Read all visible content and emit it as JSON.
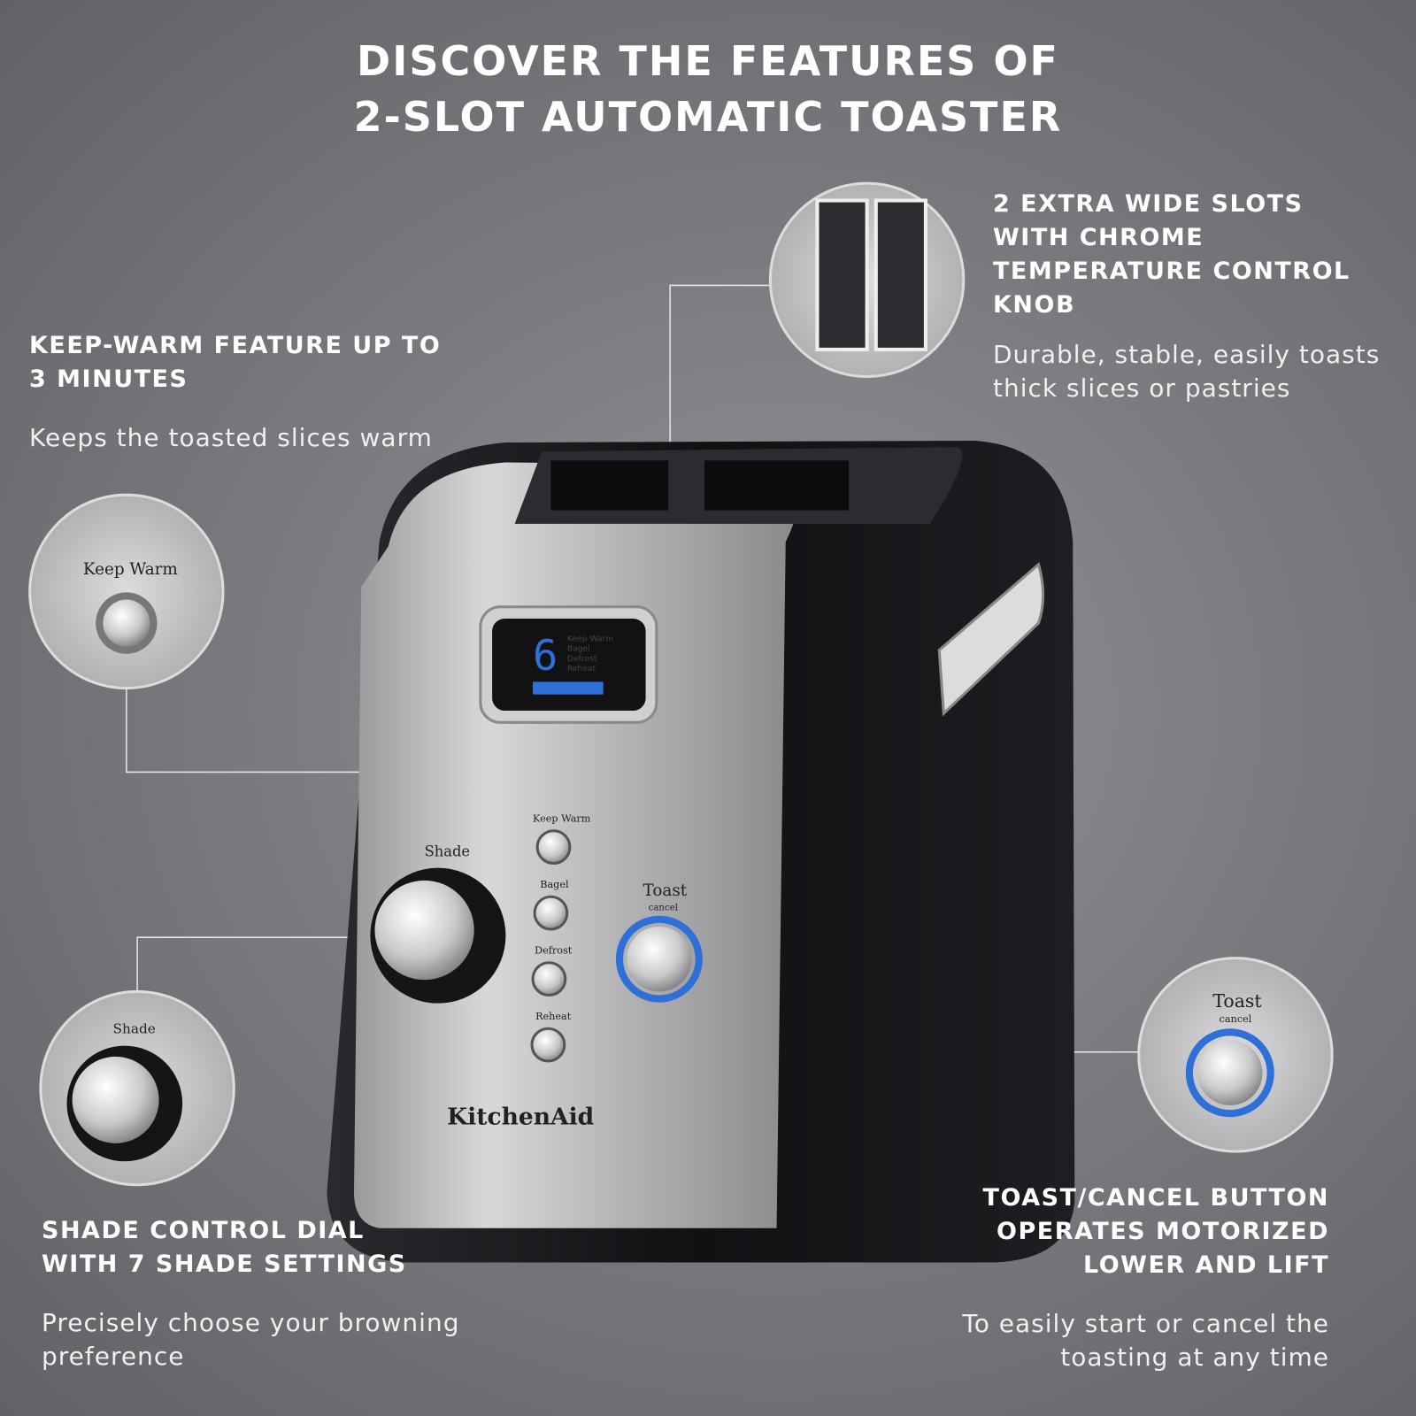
{
  "title": {
    "line1": "DISCOVER THE FEATURES OF",
    "line2": "2-SLOT AUTOMATIC TOASTER"
  },
  "features": [
    {
      "id": "slots",
      "heading": [
        "2 EXTRA WIDE SLOTS",
        "WITH CHROME",
        "TEMPERATURE CONTROL",
        "KNOB"
      ],
      "description": [
        "Durable, stable, easily toasts",
        "thick slices or pastries"
      ]
    },
    {
      "id": "keep-warm",
      "heading": [
        "KEEP-WARM FEATURE UP TO",
        "3 MINUTES"
      ],
      "description": [
        "Keeps the toasted slices warm"
      ]
    },
    {
      "id": "shade",
      "heading": [
        "SHADE CONTROL DIAL",
        "WITH 7 SHADE SETTINGS"
      ],
      "description": [
        "Precisely choose your browning",
        "preference"
      ]
    },
    {
      "id": "toast",
      "heading": [
        "TOAST/CANCEL BUTTON",
        "OPERATES MOTORIZED",
        "LOWER AND LIFT"
      ],
      "description": [
        "To easily start or cancel the",
        "toasting at any time"
      ]
    }
  ],
  "toaster": {
    "brand": "KitchenAid",
    "display_digit": "6",
    "display_modes": [
      "Keep Warm",
      "Bagel",
      "Defrost",
      "Reheat"
    ],
    "buttons": [
      "Keep Warm",
      "Bagel",
      "Defrost",
      "Reheat"
    ],
    "dial_label": "Shade",
    "toast_label": "Toast",
    "cancel_label": "cancel"
  },
  "colors": {
    "background": "#76767b",
    "accent_blue": "#2f6fd8",
    "body_black": "#141416"
  }
}
